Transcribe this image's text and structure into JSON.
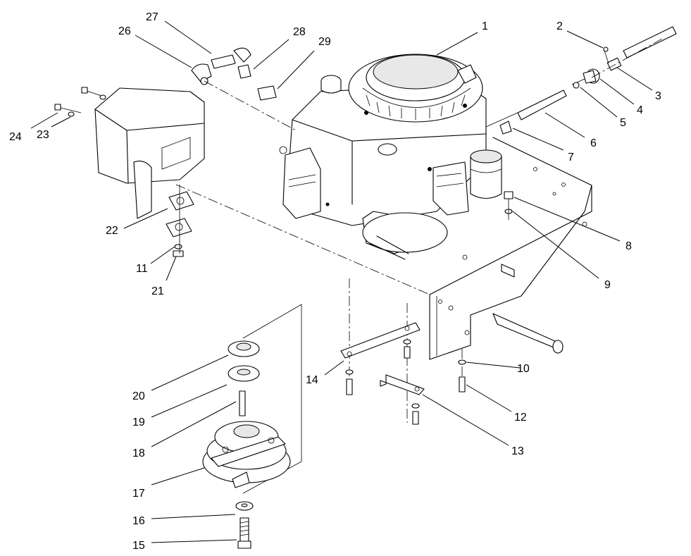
{
  "callouts": {
    "c1": "1",
    "c2": "2",
    "c3": "3",
    "c4": "4",
    "c5": "5",
    "c6": "6",
    "c7": "7",
    "c8": "8",
    "c9": "9",
    "c10": "10",
    "c11": "11",
    "c12": "12",
    "c13": "13",
    "c14": "14",
    "c15": "15",
    "c16": "16",
    "c17": "17",
    "c18": "18",
    "c19": "19",
    "c20": "20",
    "c21": "21",
    "c22": "22",
    "c23": "23",
    "c24": "24",
    "c25": "26",
    "c26": "27",
    "c27": "28",
    "c28": "29"
  }
}
